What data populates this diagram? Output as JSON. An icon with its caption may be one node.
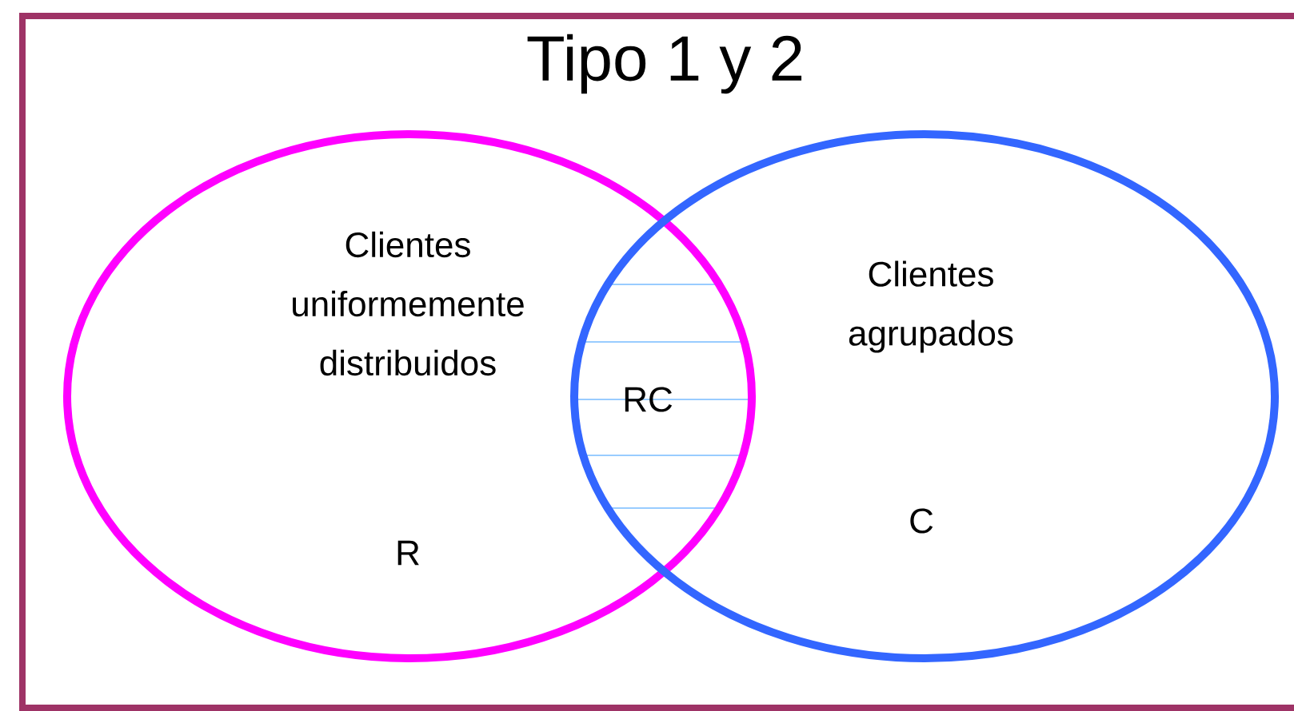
{
  "diagram": {
    "title": "Tipo 1 y 2",
    "nodes": [
      {
        "text": [
          "Clientes uniformemente distribuidos",
          "R"
        ]
      },
      {
        "text": [
          "Clientes agrupados",
          "C"
        ]
      }
    ],
    "labels": [
      "RC"
    ]
  }
}
